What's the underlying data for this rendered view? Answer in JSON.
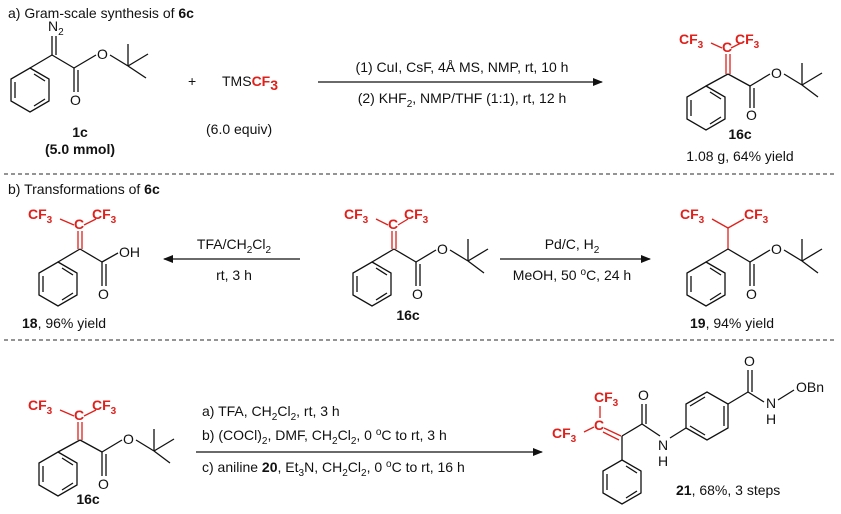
{
  "sections": {
    "a_title_prefix": "a) Gram-scale synthesis of ",
    "a_title_bold": "6c",
    "b_title_prefix": "b) Transformations of ",
    "b_title_bold": "6c"
  },
  "colors": {
    "highlight": "#e0201b",
    "ink": "#111111"
  },
  "labels": {
    "n2": "N",
    "n2_sub": "2",
    "o": "O",
    "oh": "OH",
    "nh": "N",
    "nh_h": "H",
    "n_obn": "N",
    "obn": "OBn",
    "cf3": "CF",
    "cf3_sub": "3",
    "c": "C",
    "tms": "TMS",
    "plus": "+"
  },
  "compounds": {
    "c1_id": "1c",
    "c1_amount": "(5.0 mmol)",
    "tms_equiv": "(6.0 equiv)",
    "p16c_id": "16c",
    "p16c_yield": "1.08 g, 64% yield",
    "s16c_id": "16c",
    "c18_id": "18",
    "c18_yield": ", 96% yield",
    "c19_id": "19",
    "c19_yield": ", 94% yield",
    "c16c_bottom_id": "16c",
    "c21_id": "21",
    "c21_yield": ", 68%, 3 steps"
  },
  "conditions": {
    "a_line1": "(1) CuI, CsF, 4Å MS, NMP, rt, 10 h",
    "a_line2": "(2) KHF",
    "a_line2_sub": "2",
    "a_line2_rest": ", NMP/THF (1:1), rt, 12 h",
    "b_left_line1": "TFA/CH",
    "b_left_line1_sub": "2",
    "b_left_line1_mid": "Cl",
    "b_left_line1_sub2": "2",
    "b_left_line2": "rt, 3 h",
    "b_right_line1": "Pd/C, H",
    "b_right_line1_sub": "2",
    "b_right_line2_a": "MeOH, 50 ",
    "b_right_line2_sup": "o",
    "b_right_line2_b": "C, 24 h",
    "c_line1_a": "a) TFA, CH",
    "c_line1_sub": "2",
    "c_line1_b": "Cl",
    "c_line1_sub2": "2",
    "c_line1_c": ", rt, 3 h",
    "c_line2_a": "b) (COCl)",
    "c_line2_sub": "2",
    "c_line2_b": ", DMF, CH",
    "c_line2_sub2": "2",
    "c_line2_c": "Cl",
    "c_line2_sub3": "2",
    "c_line2_d": ", 0 ",
    "c_line2_sup": "o",
    "c_line2_e": "C to rt, 3 h",
    "c_line3_a": "c) aniline ",
    "c_line3_bold": "20",
    "c_line3_b": ", Et",
    "c_line3_sub": "3",
    "c_line3_c": "N, CH",
    "c_line3_sub2": "2",
    "c_line3_d": "Cl",
    "c_line3_sub3": "2",
    "c_line3_e": ", 0 ",
    "c_line3_sup": "o",
    "c_line3_f": "C to rt, 16 h"
  }
}
